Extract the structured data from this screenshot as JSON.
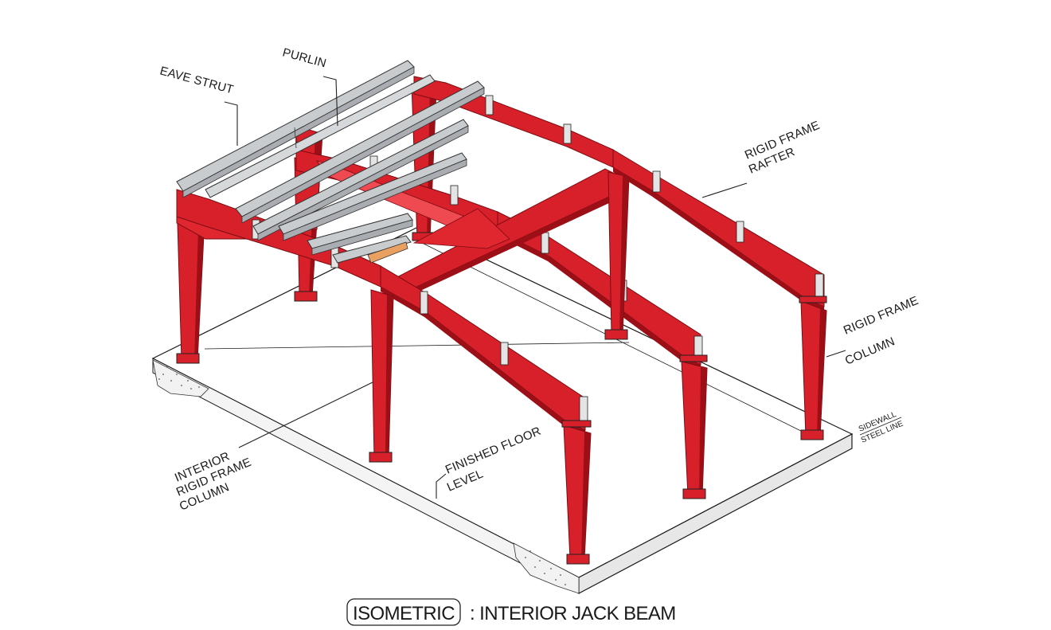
{
  "labels": {
    "eave_strut": "EAVE STRUT",
    "purlin": "PURLIN",
    "rafter_l1": "RIGID FRAME",
    "rafter_l2": "RAFTER",
    "column_l1": "RIGID FRAME",
    "column_l2": "COLUMN",
    "sidewall_l1": "SIDEWALL",
    "sidewall_l2": "STEEL LINE",
    "floor_l1": "FINISHED FLOOR",
    "floor_l2": "LEVEL",
    "interior_l1": "INTERIOR",
    "interior_l2": "RIGID FRAME",
    "interior_l3": "COLUMN"
  },
  "caption": {
    "boxed": "ISOMETRIC",
    "rest": ": INTERIOR JACK BEAM"
  },
  "colors": {
    "steel_red": "#d8202a",
    "steel_red_dark": "#9c0f17",
    "steel_red_light": "#ef4a52",
    "purlin_gray": "#c9cccf",
    "slab_edge": "#e6e6e6",
    "linework": "#1a1a1a"
  }
}
